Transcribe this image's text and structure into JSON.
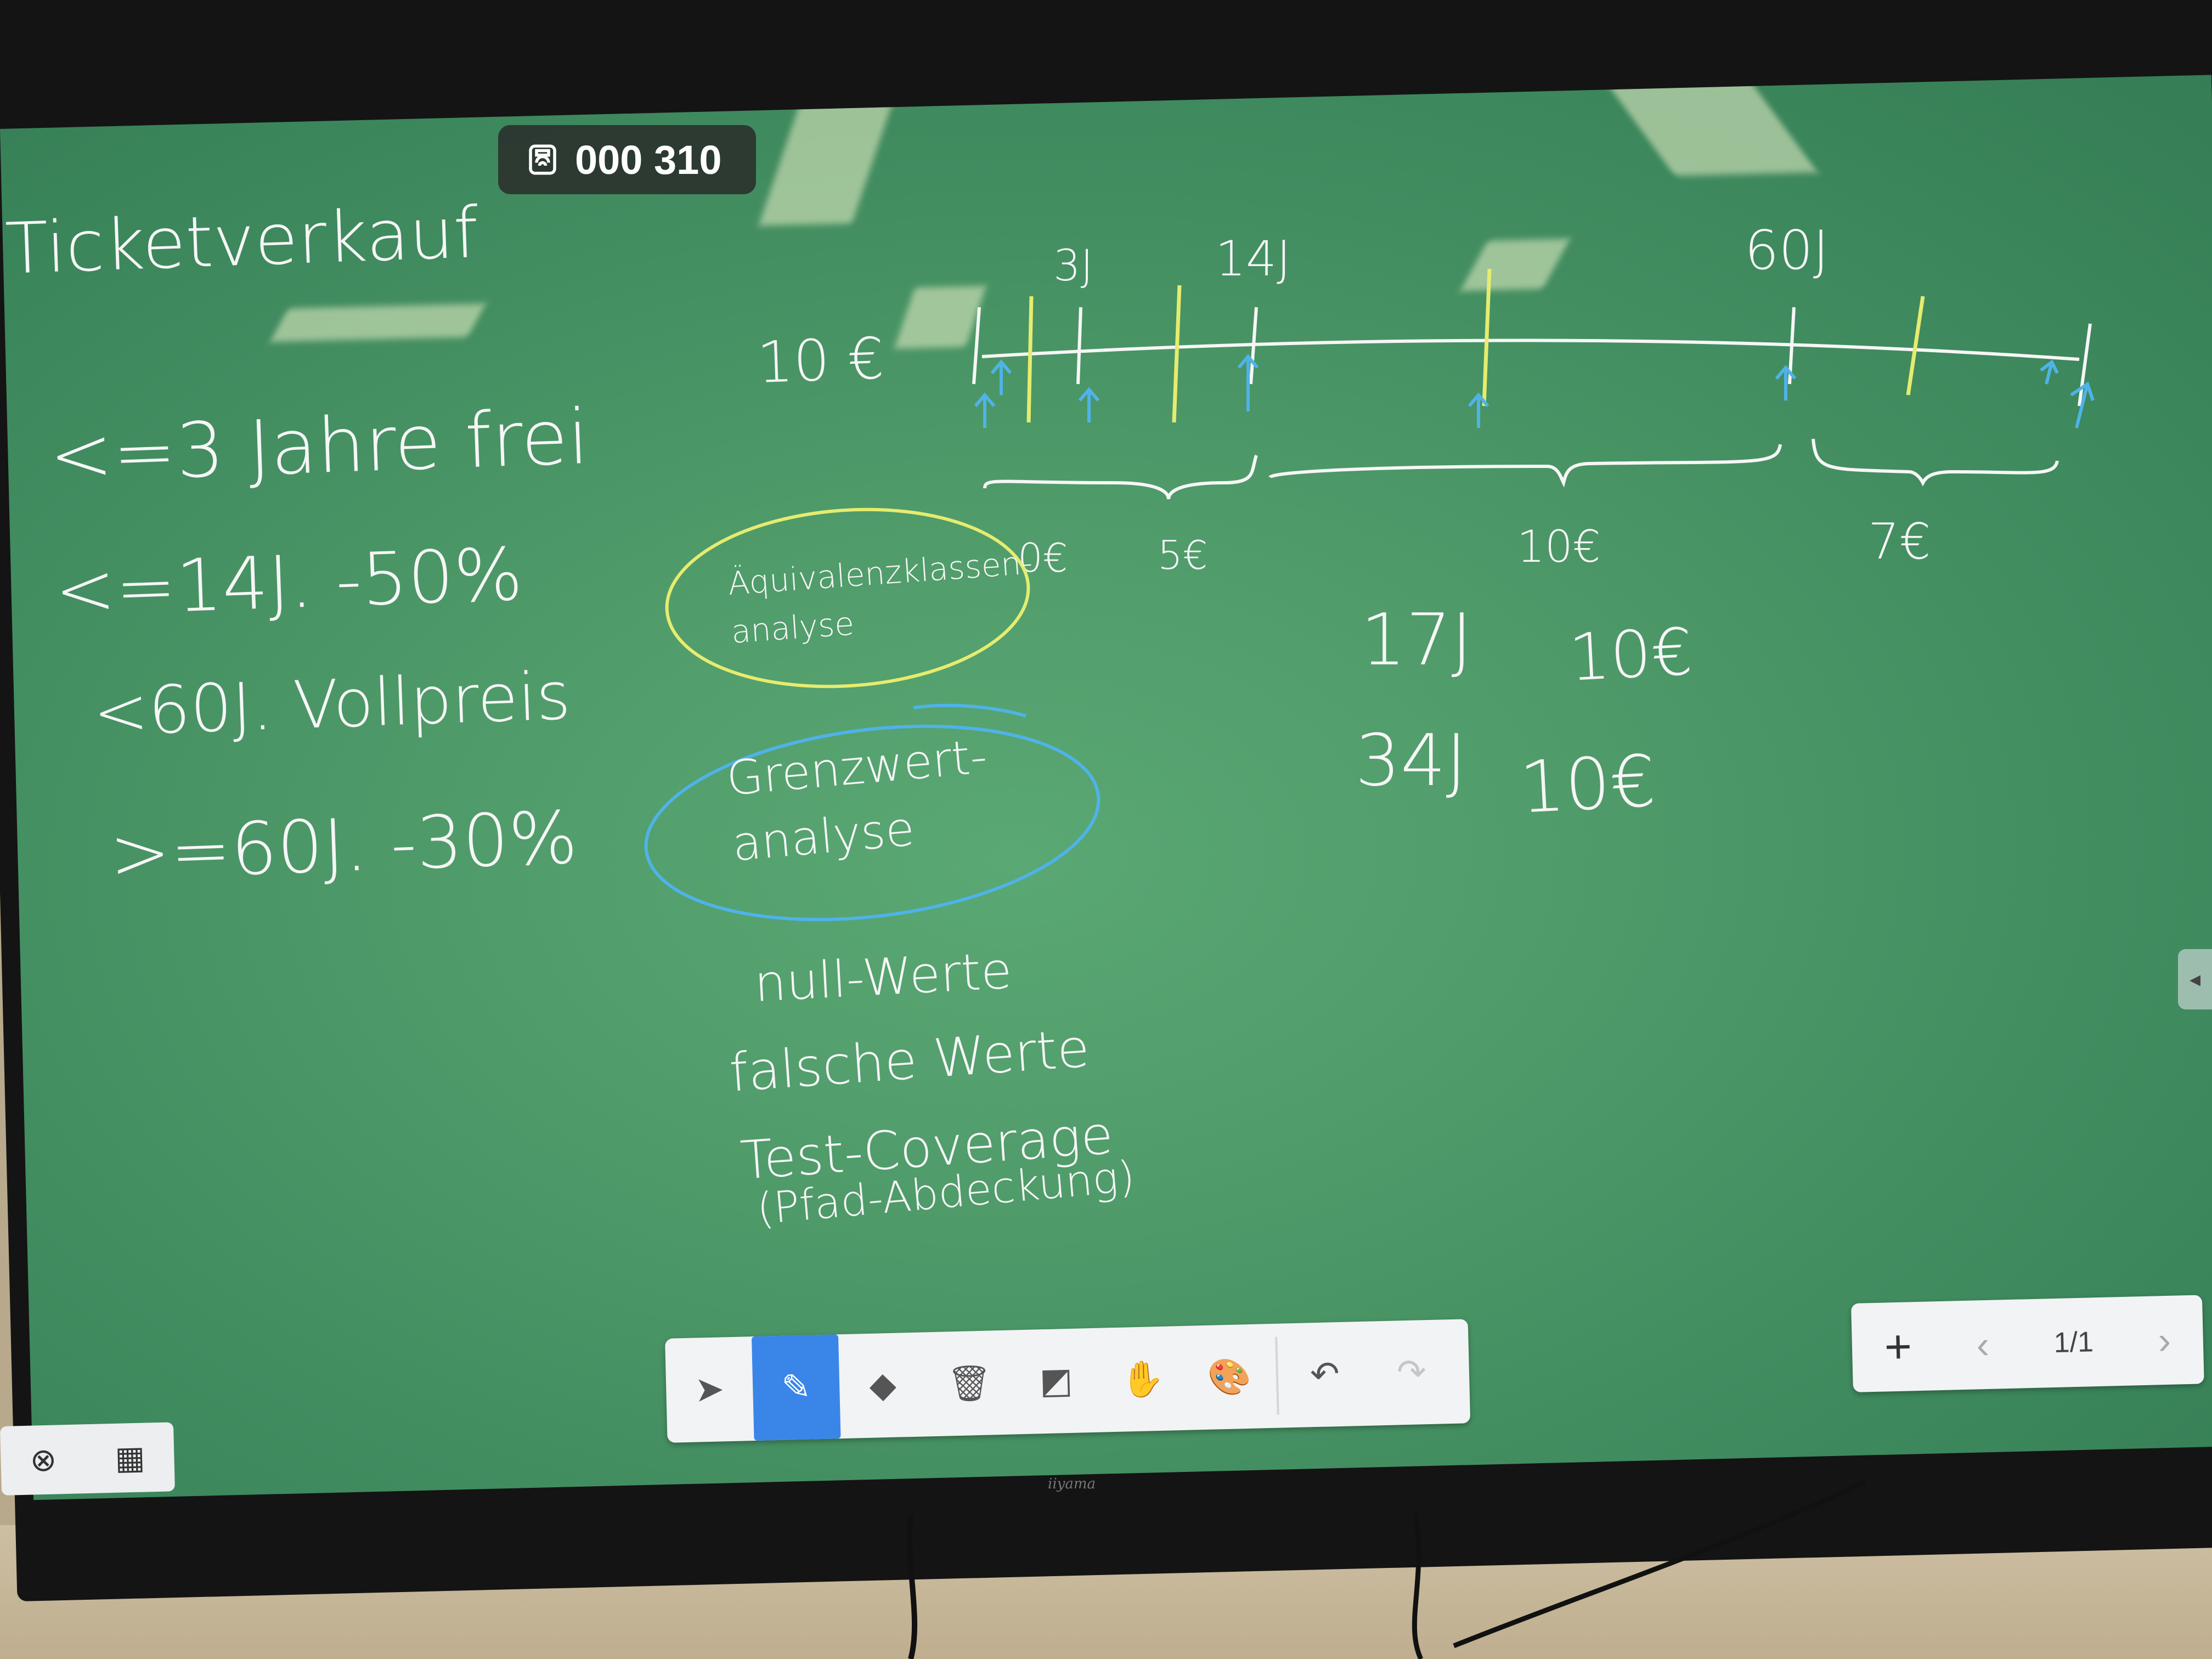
{
  "board": {
    "room_code": "000 310",
    "title": "Ticketverkauf",
    "rules": [
      "<=3 Jahre frei",
      "<=14J. -50%",
      "<60J. Vollpreis",
      ">=60J. -30%"
    ],
    "timeline": {
      "price_label": "10 €",
      "age_marks": [
        "3J",
        "14J",
        "60J"
      ],
      "segment_prices": [
        "0€",
        "5€",
        "10€",
        "7€"
      ]
    },
    "methods": {
      "equivalence": "Äquivalenzklassen-analyse",
      "boundary": "Grenzwert-analyse",
      "null_values": "null-Werte",
      "wrong_values": "falsche Werte",
      "coverage": "Test-Coverage",
      "coverage_sub": "(Pfad-Abdeckung)"
    },
    "examples": [
      {
        "age": "17J",
        "price": "10€"
      },
      {
        "age": "34J",
        "price": "10€"
      }
    ]
  },
  "toolbar": {
    "tools": [
      {
        "name": "select-tool",
        "icon": "cursor-icon",
        "glyph": "➤"
      },
      {
        "name": "pen-tool",
        "icon": "pen-icon",
        "glyph": "✎",
        "active": true
      },
      {
        "name": "eraser-tool",
        "icon": "eraser-icon",
        "glyph": "◆"
      },
      {
        "name": "delete-tool",
        "icon": "trash-icon",
        "glyph": "🗑"
      },
      {
        "name": "shapes-tool",
        "icon": "shapes-icon",
        "glyph": "◩"
      },
      {
        "name": "pan-tool",
        "icon": "hand-icon",
        "glyph": "✋"
      },
      {
        "name": "color-tool",
        "icon": "palette-icon",
        "glyph": "🎨"
      }
    ],
    "undo_glyph": "↶",
    "redo_glyph": "↷"
  },
  "pager": {
    "add_glyph": "+",
    "prev_glyph": "‹",
    "page_indicator": "1/1",
    "next_glyph": "›"
  },
  "bottom_left": {
    "close_glyph": "⊗",
    "qr_glyph": "▦"
  },
  "side_tab_glyph": "◂",
  "monitor_brand": "iiyama",
  "colors": {
    "board_green": "#4f9a69",
    "chalk_white": "#f6f6f6",
    "marker_yellow": "#e5ec6f",
    "marker_blue": "#4fb3e8",
    "active_blue": "#3a86e8"
  }
}
